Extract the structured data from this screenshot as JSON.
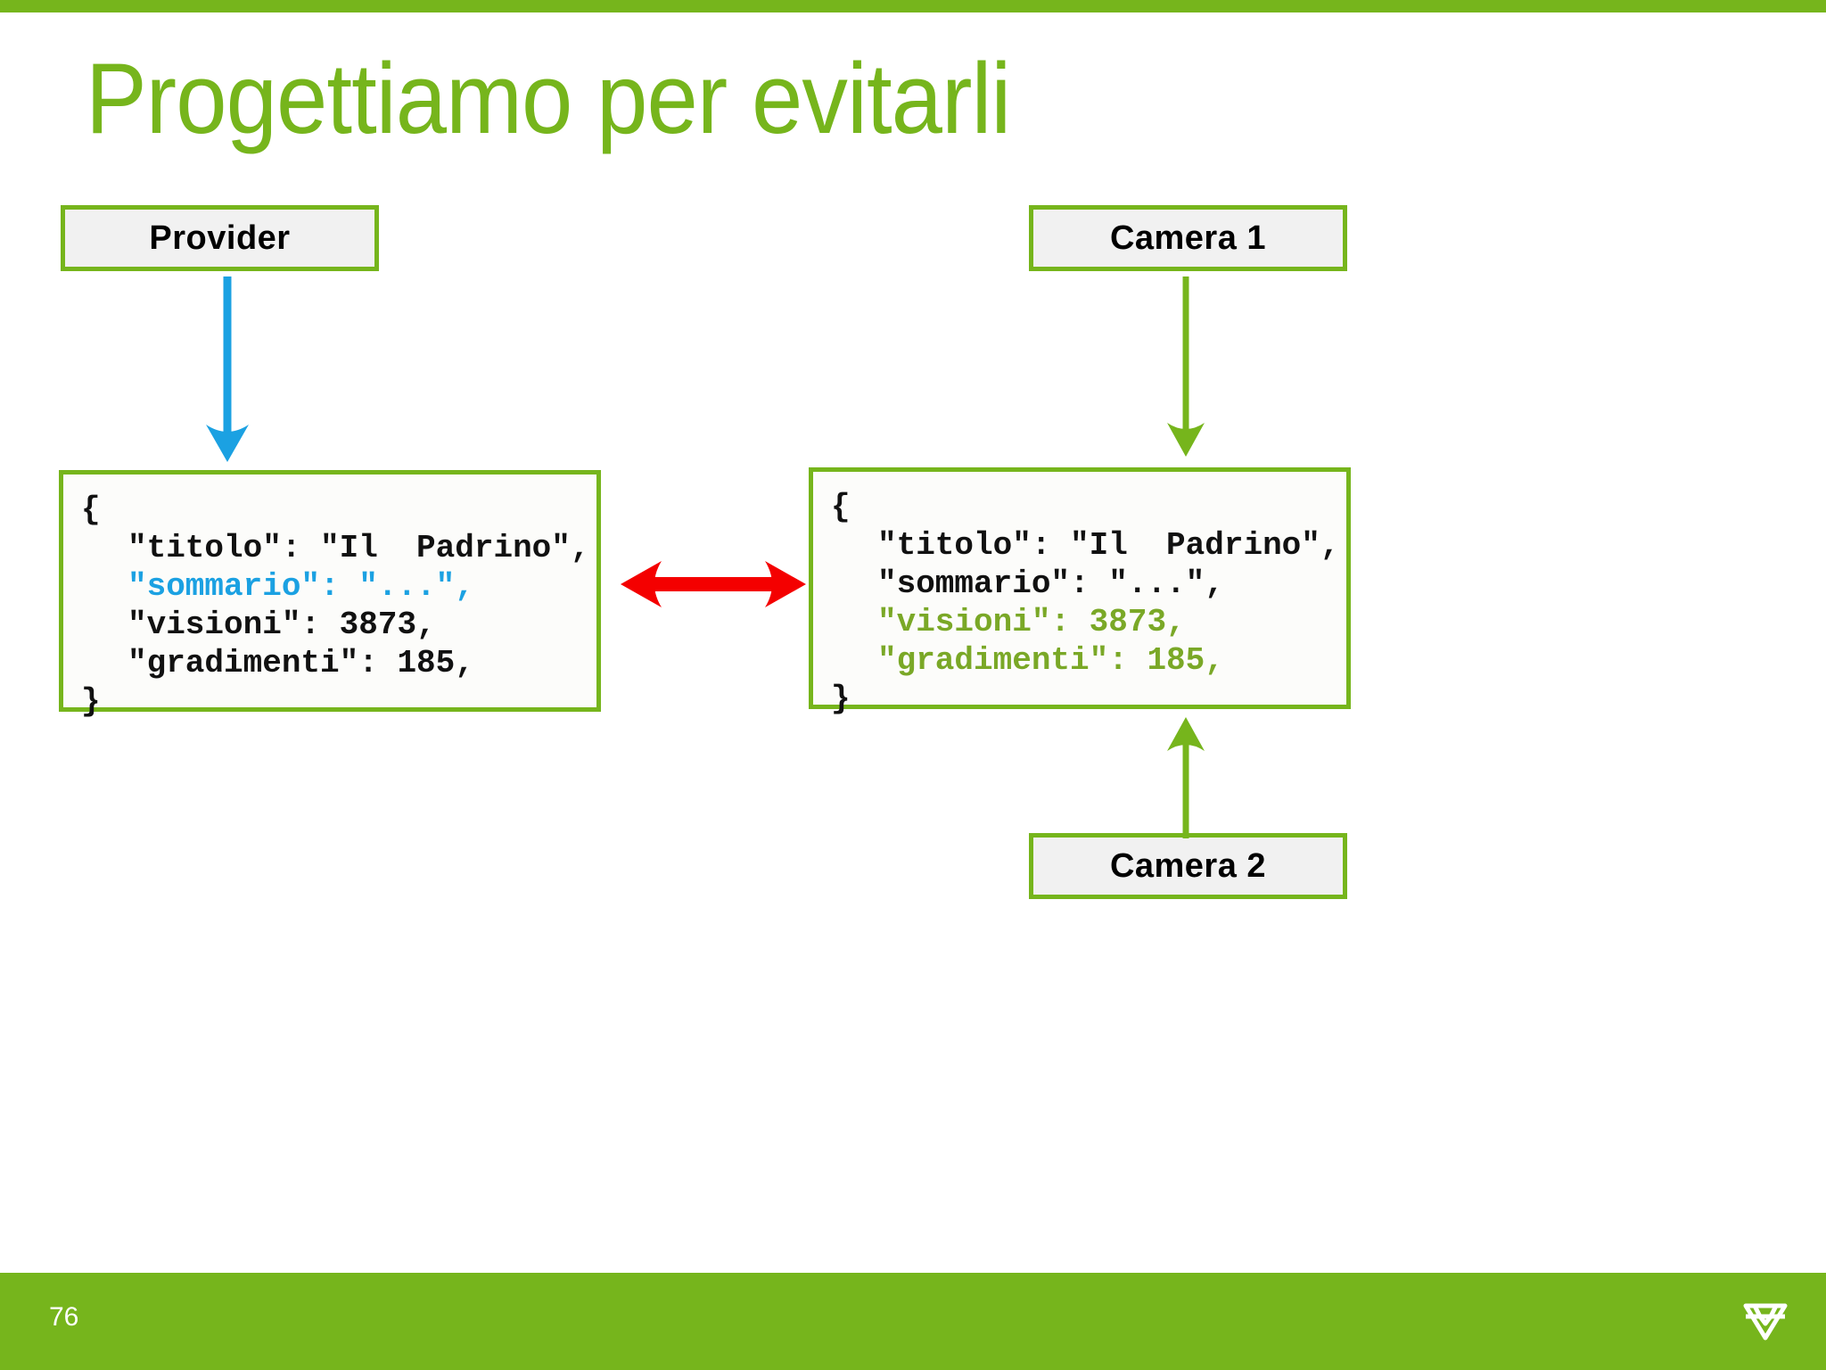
{
  "slide": {
    "title": "Progettiamo per evitarli",
    "page_number": "76",
    "accent_green": "#76b51c",
    "highlight_blue": "#1ba1e2",
    "highlight_green": "#7aa827",
    "compare_red": "#f40000",
    "logo_name": "diamond-logo"
  },
  "boxes": {
    "provider": "Provider",
    "camera1": "Camera 1",
    "camera2": "Camera 2"
  },
  "code_left": {
    "lines": [
      {
        "text": "{",
        "color": "black",
        "indent": false
      },
      {
        "text": "\"titolo\": \"Il  Padrino\",",
        "color": "black",
        "indent": true
      },
      {
        "text": "\"sommario\": \"...\",",
        "color": "blue",
        "indent": true
      },
      {
        "text": "\"visioni\": 3873,",
        "color": "black",
        "indent": true
      },
      {
        "text": "\"gradimenti\": 185,",
        "color": "black",
        "indent": true
      },
      {
        "text": "}",
        "color": "black",
        "indent": false
      }
    ]
  },
  "code_right": {
    "lines": [
      {
        "text": "{",
        "color": "black",
        "indent": false
      },
      {
        "text": "\"titolo\": \"Il  Padrino\",",
        "color": "black",
        "indent": true
      },
      {
        "text": "\"sommario\": \"...\",",
        "color": "black",
        "indent": true
      },
      {
        "text": "\"visioni\": 3873,",
        "color": "green",
        "indent": true
      },
      {
        "text": "\"gradimenti\": 185,",
        "color": "green",
        "indent": true
      },
      {
        "text": "}",
        "color": "black",
        "indent": false
      }
    ]
  },
  "arrows": {
    "provider_to_code": "arrow-down-blue",
    "camera1_to_code": "arrow-down-green",
    "camera2_to_code": "arrow-up-green",
    "compare": "arrow-double-red"
  }
}
